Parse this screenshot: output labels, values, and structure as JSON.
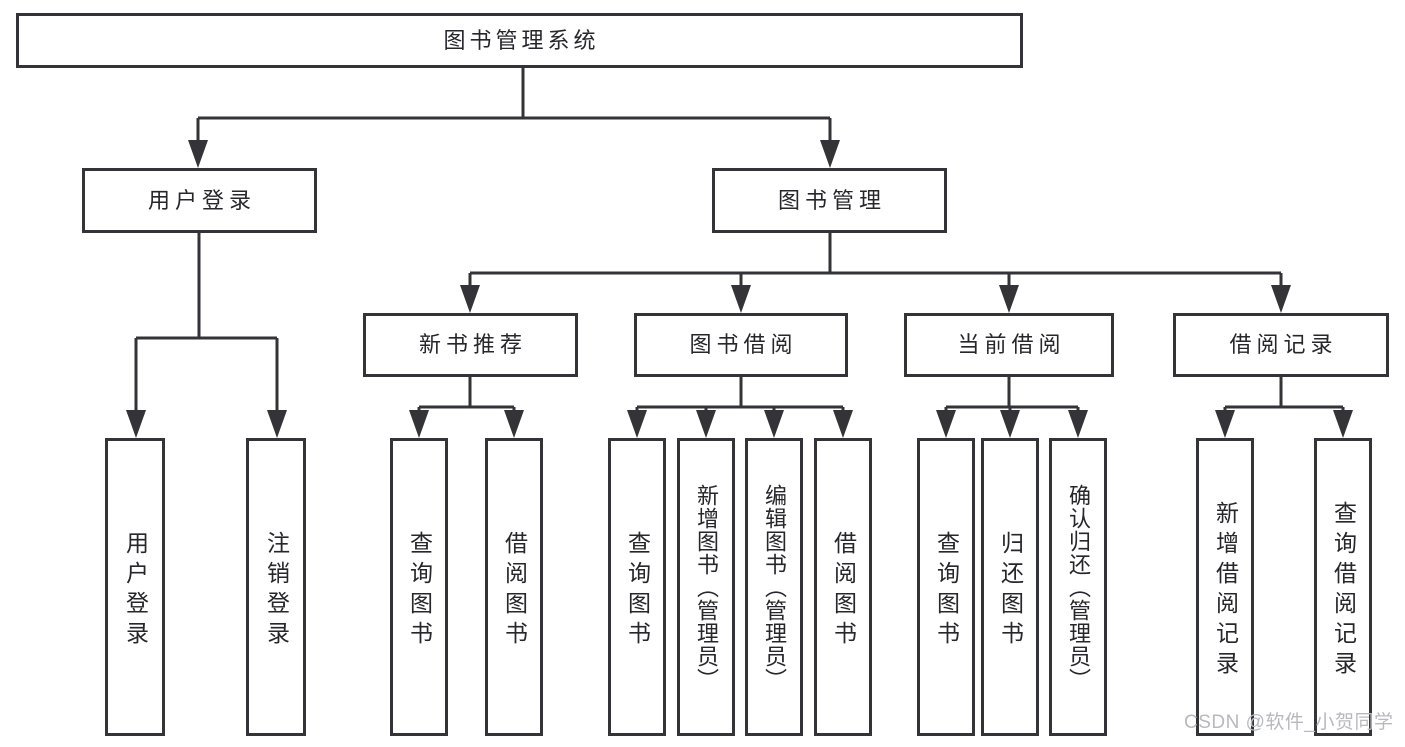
{
  "diagram": {
    "root": "图书管理系统",
    "level2": {
      "login": "用户登录",
      "manage": "图书管理"
    },
    "level3": {
      "newbook": "新书推荐",
      "borrow": "图书借阅",
      "current": "当前借阅",
      "records": "借阅记录"
    },
    "leaves": {
      "login": [
        "用户登录",
        "注销登录"
      ],
      "newbook": [
        "查询图书",
        "借阅图书"
      ],
      "borrow": [
        "查询图书",
        "新增图书（管理员）",
        "编辑图书（管理员）",
        "借阅图书"
      ],
      "current": [
        "查询图书",
        "归还图书",
        "确认归还（管理员）"
      ],
      "records": [
        "新增借阅记录",
        "查询借阅记录"
      ]
    },
    "watermark": "CSDN @软件_小贺同学",
    "colors": {
      "line": "#333338",
      "text": "#26262b",
      "watermark": "#b7b9be",
      "background": "#ffffff"
    }
  }
}
